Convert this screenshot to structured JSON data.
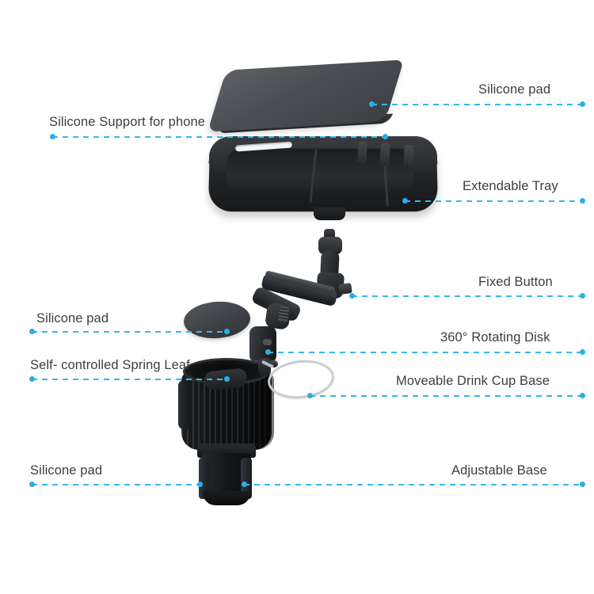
{
  "page": {
    "title": "Car Tray & Cup Holder Exploded Parts Diagram",
    "background_color": "#ffffff",
    "accent_color": "#2aaeea",
    "text_color": "#3d3d3d",
    "product_color": "#1b1d1f"
  },
  "callouts": [
    {
      "id": "silicone-pad-top",
      "label": "Silicone pad",
      "side": "right"
    },
    {
      "id": "silicone-support",
      "label": "Silicone Support for phone",
      "side": "left"
    },
    {
      "id": "extendable-tray",
      "label": "Extendable Tray",
      "side": "right"
    },
    {
      "id": "fixed-button",
      "label": "Fixed Button",
      "side": "right"
    },
    {
      "id": "silicone-pad-oval",
      "label": "Silicone pad",
      "side": "left"
    },
    {
      "id": "rotating-disk",
      "label": "360° Rotating Disk",
      "side": "right"
    },
    {
      "id": "spring-leaf",
      "label": "Self- controlled Spring Leaf",
      "side": "left"
    },
    {
      "id": "cup-base",
      "label": "Moveable Drink Cup Base",
      "side": "right"
    },
    {
      "id": "silicone-pad-base",
      "label": "Silicone pad",
      "side": "left"
    },
    {
      "id": "adjustable-base",
      "label": "Adjustable Base",
      "side": "right"
    }
  ]
}
